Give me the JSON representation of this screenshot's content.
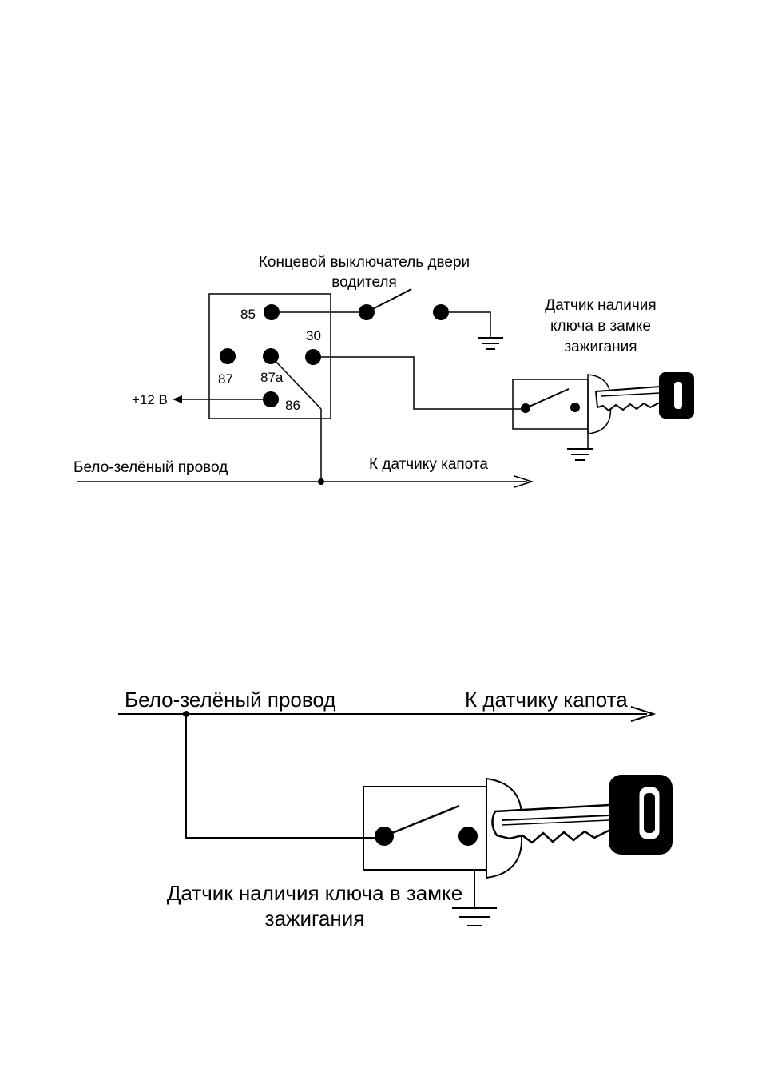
{
  "top_diagram": {
    "door_switch_label_line1": "Концевой выключатель двери",
    "door_switch_label_line2": "водителя",
    "key_sensor_label_line1": "Датчик наличия",
    "key_sensor_label_line2": "ключа в замке",
    "key_sensor_label_line3": "зажигания",
    "pins": {
      "p85": "85",
      "p30": "30",
      "p87": "87",
      "p87a": "87a",
      "p86": "86"
    },
    "supply_label": "+12 В",
    "wire_label": "Бело-зелёный провод",
    "hood_label": "К датчику капота"
  },
  "bottom_diagram": {
    "wire_label": "Бело-зелёный провод",
    "hood_label": "К датчику капота",
    "key_sensor_label_line1": "Датчик наличия ключа в замке",
    "key_sensor_label_line2": "зажигания"
  }
}
